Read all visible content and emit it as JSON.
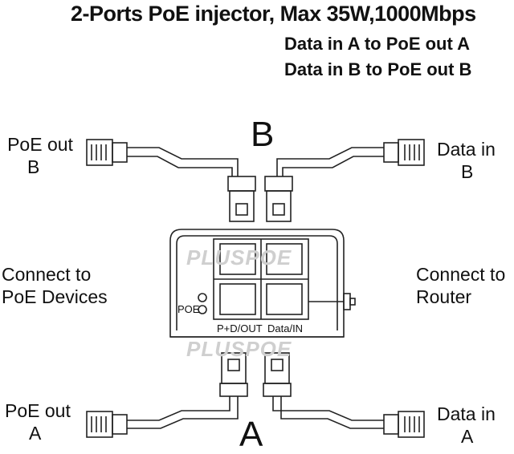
{
  "header": {
    "title": "2-Ports PoE injector, Max 35W,1000Mbps",
    "line1": "Data in A to PoE out A",
    "line2": "Data in B to PoE out B"
  },
  "labels": {
    "channel_b": "B",
    "channel_a": "A",
    "poe_out_b_1": "PoE out",
    "poe_out_b_2": "B",
    "data_in_b_1": "Data in",
    "data_in_b_2": "B",
    "poe_out_a_1": "PoE out",
    "poe_out_a_2": "A",
    "data_in_a_1": "Data in",
    "data_in_a_2": "A",
    "left_1": "Connect to",
    "left_2": "PoE Devices",
    "right_1": "Connect to",
    "right_2": "Router"
  },
  "device": {
    "port_out_label": "P+D/OUT",
    "port_in_label": "Data/IN",
    "led_label": "POE",
    "brand_watermark": "PLUSPOE"
  },
  "colors": {
    "line": "#222222",
    "watermark": "#c8c8c8"
  }
}
